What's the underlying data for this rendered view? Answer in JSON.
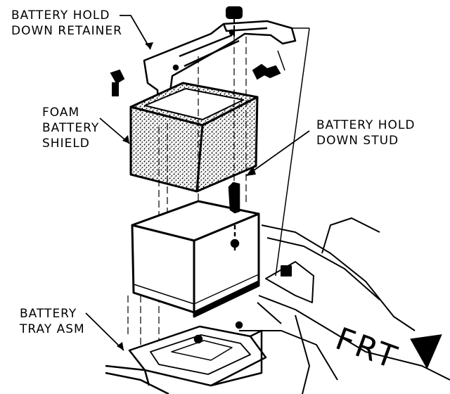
{
  "labels": {
    "retainer_line1": "BATTERY HOLD",
    "retainer_line2": "DOWN RETAINER",
    "shield_line1": "FOAM",
    "shield_line2": "BATTERY",
    "shield_line3": "SHIELD",
    "stud_line1": "BATTERY HOLD",
    "stud_line2": "DOWN STUD",
    "tray_line1": "BATTERY",
    "tray_line2": "TRAY ASM",
    "direction": "FRT"
  }
}
